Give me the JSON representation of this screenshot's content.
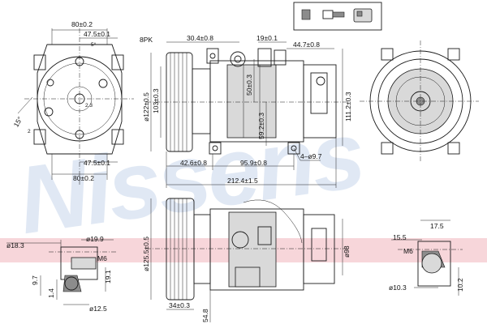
{
  "watermark": "Nissens",
  "belt": "8PK",
  "front_view": {
    "width_top": "80±0.2",
    "half_top": "47.5±0.1",
    "angle": "5°",
    "side_angle": "15°",
    "side_small": "2",
    "hole_dim": "2.3",
    "half_bottom": "47.5±0.1",
    "width_bottom": "80±0.2"
  },
  "side_view": {
    "d_30": "30.4±0.8",
    "d_19": "19±0.1",
    "d_447": "44.7±0.8",
    "pulley_d": "ø122±0.5",
    "d_103": "103±0.3",
    "d_50": "50±0.3",
    "d_59": "59.2±0.3",
    "d_111": "111.2±0.3",
    "d_426": "42.6±0.8",
    "d_959": "95.9±0.8",
    "hole": "4–ø9.7",
    "total": "212.4±1.5"
  },
  "bottom_view": {
    "pulley_d": "ø125.5±0.5",
    "d_98": "ø98",
    "d_34": "34±0.3",
    "d_548": "54.8"
  },
  "left_fitting": {
    "d_183": "ø18.3",
    "d_199": "ø19.9",
    "thread": "M6",
    "d_97": "9.7",
    "d_14": "1.4",
    "d_191": "19.1",
    "d_125": "ø12.5"
  },
  "right_fitting": {
    "d_17": "17.5",
    "d_155": "15.5",
    "thread": "M6",
    "d_103": "ø10.3",
    "d_102": "10.2"
  }
}
